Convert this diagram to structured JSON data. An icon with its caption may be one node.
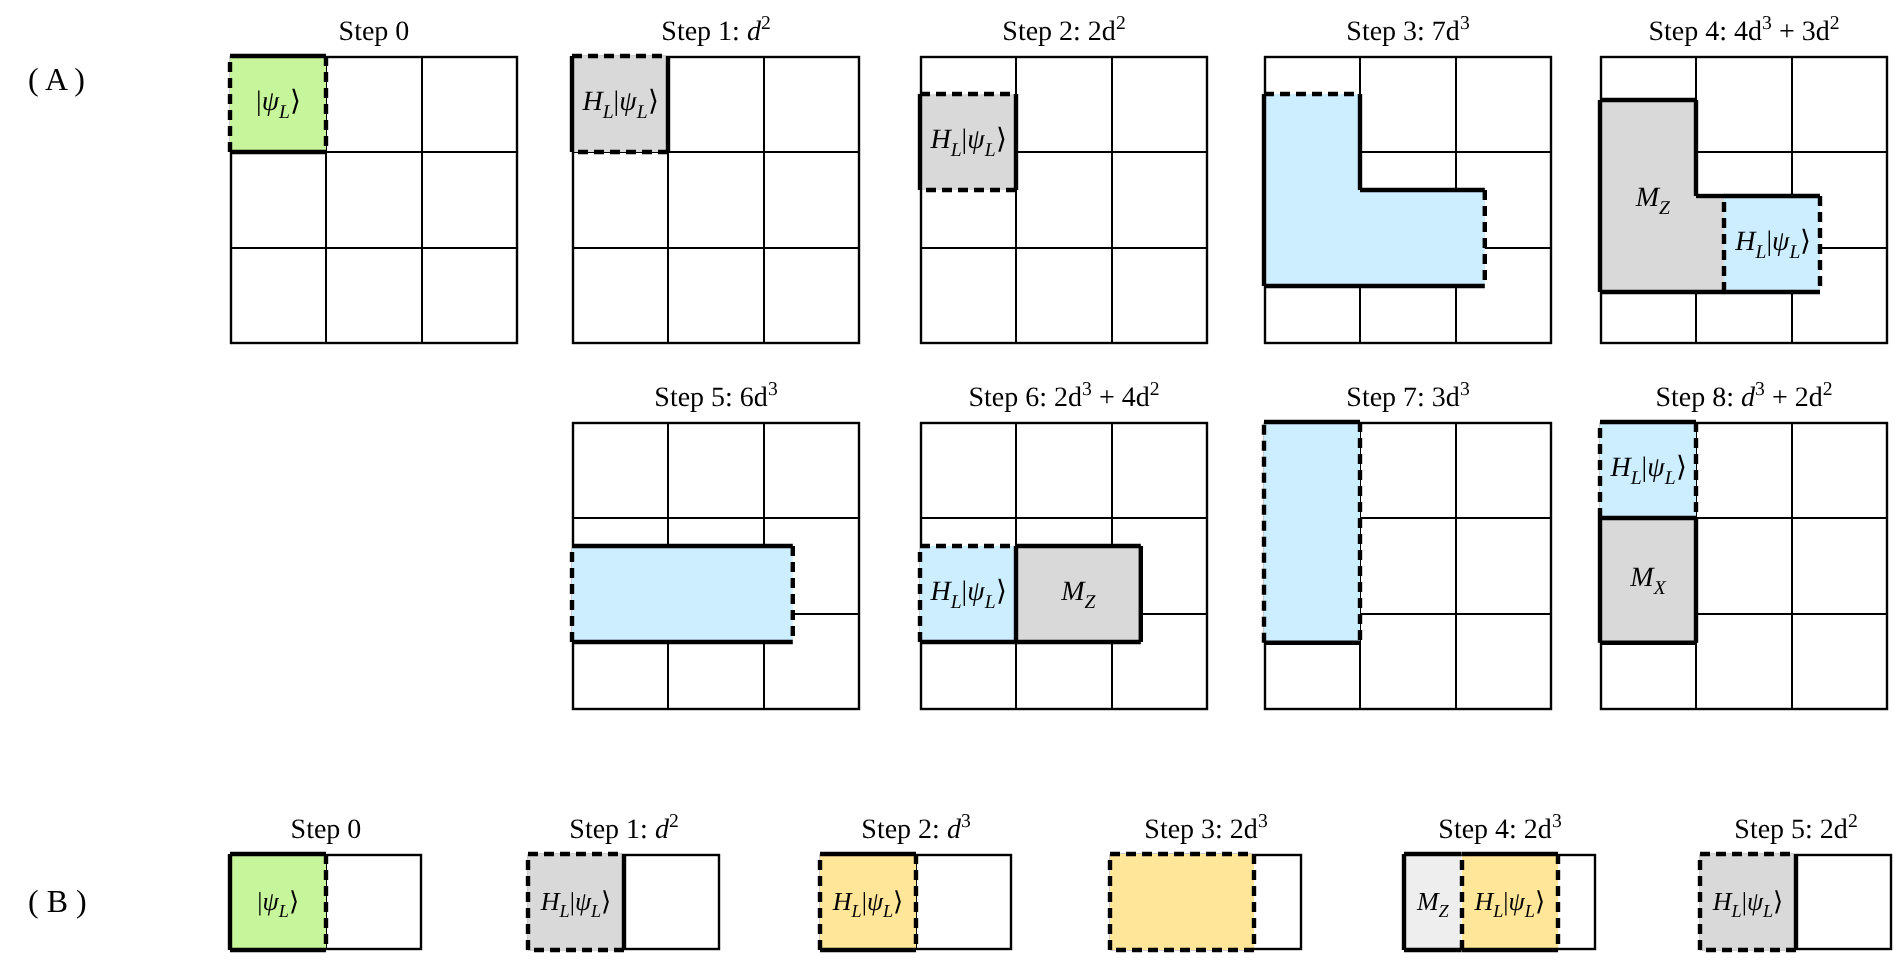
{
  "diagram": {
    "nodes": [
      {
        "text": [
          "Step 0"
        ]
      },
      {
        "text": [
          "|*ψ*$_{L}$⟩"
        ],
        "in": 0
      },
      {
        "text": [
          "Step 1: *d*$^{2}$"
        ]
      },
      {
        "text": [
          "*H*$_{L}$|*ψ*$_{L}$⟩"
        ],
        "in": 2
      },
      {
        "text": [
          "Step 2: 2d$^{2}$"
        ]
      },
      {
        "text": [
          "*H*$_{L}$|*ψ*$_{L}$⟩"
        ],
        "in": 4
      },
      {
        "text": [
          "Step 3: 7d$^{3}$"
        ]
      },
      {
        "text": [],
        "shape": "box",
        "in": 6
      },
      {
        "text": [
          "Step 4: 4d$^{3}$ + 3d$^{2}$"
        ]
      },
      {
        "text": [
          "*M*$_{Z}$"
        ],
        "in": 8
      },
      {
        "text": [
          "*H*$_{L}$|*ψ*$_{L}$⟩"
        ],
        "in": 8
      },
      {
        "text": [
          "Step 5: 6d$^{3}$"
        ]
      },
      {
        "text": [],
        "shape": "box",
        "in": 11
      },
      {
        "text": [
          "Step 6: 2d$^{3}$ + 4d$^{2}$"
        ]
      },
      {
        "text": [
          "*H*$_{L}$|*ψ*$_{L}$⟩"
        ],
        "in": 13
      },
      {
        "text": [
          "*M*$_{Z}$"
        ],
        "in": 13
      },
      {
        "text": [
          "Step 7: 3d$^{3}$"
        ]
      },
      {
        "text": [],
        "shape": "box",
        "in": 16
      },
      {
        "text": [
          "Step 8: *d*$^{3}$ + 2d$^{2}$"
        ]
      },
      {
        "text": [
          "*H*$_{L}$|*ψ*$_{L}$⟩"
        ],
        "in": 18
      },
      {
        "text": [
          "*M*$_{X}$"
        ],
        "in": 18
      },
      {
        "text": [
          "Step 0"
        ]
      },
      {
        "text": [
          "|*ψ*$_{L}$⟩"
        ],
        "in": 21
      },
      {
        "text": [
          "Step 1: *d*$^{2}$"
        ]
      },
      {
        "text": [
          "*H*$_{L}$|*ψ*$_{L}$⟩"
        ],
        "in": 23
      },
      {
        "text": [
          "Step 2: *d*$^{3}$"
        ]
      },
      {
        "text": [
          "*H*$_{L}$|*ψ*$_{L}$⟩"
        ],
        "in": 25
      },
      {
        "text": [
          "Step 3: 2d$^{3}$"
        ]
      },
      {
        "text": [],
        "shape": "box",
        "in": 27
      },
      {
        "text": [
          "Step 4: 2d$^{3}$"
        ]
      },
      {
        "text": [
          "*M*$_{Z}$"
        ],
        "in": 29
      },
      {
        "text": [
          "*H*$_{L}$|*ψ*$_{L}$⟩"
        ],
        "in": 29
      },
      {
        "text": [
          "Step 5: 2d$^{2}$"
        ]
      },
      {
        "text": [
          "*H*$_{L}$|*ψ*$_{L}$⟩"
        ],
        "in": 32
      }
    ],
    "labels": [
      "( A )",
      "( B )"
    ]
  }
}
